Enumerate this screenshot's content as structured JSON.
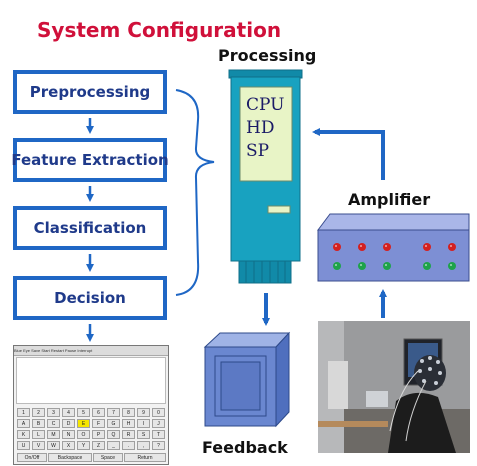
{
  "title": "System Configuration",
  "steps": [
    "Preprocessing",
    "Feature Extraction",
    "Classification",
    "Decision"
  ],
  "processing": {
    "label": "Processing",
    "screen_lines": [
      "CPU",
      "HD",
      "SP"
    ]
  },
  "amplifier": {
    "label": "Amplifier"
  },
  "feedback": {
    "label": "Feedback"
  },
  "software": {
    "menu": "Blue  Eye  Save  Start  Restart  Pause  Interrupt",
    "key_rows": [
      [
        "1",
        "2",
        "3",
        "4",
        "5",
        "6",
        "7",
        "8",
        "9",
        "0"
      ],
      [
        "A",
        "B",
        "C",
        "D",
        "E",
        "F",
        "G",
        "H",
        "I",
        "J"
      ],
      [
        "K",
        "L",
        "M",
        "N",
        "O",
        "P",
        "Q",
        "R",
        "S",
        "T"
      ],
      [
        "U",
        "V",
        "W",
        "X",
        "Y",
        "Z",
        "_",
        ".",
        ",",
        "?"
      ]
    ],
    "highlighted_key": "E",
    "bottom_keys": [
      "On/Off",
      "Backspace",
      "Space",
      "Return"
    ]
  },
  "colors": {
    "title": "#d0103a",
    "arrow": "#1f67c5",
    "tower": "#18a2c0",
    "amplifier": "#7d8fd4",
    "monitor": "#6a87d0"
  }
}
